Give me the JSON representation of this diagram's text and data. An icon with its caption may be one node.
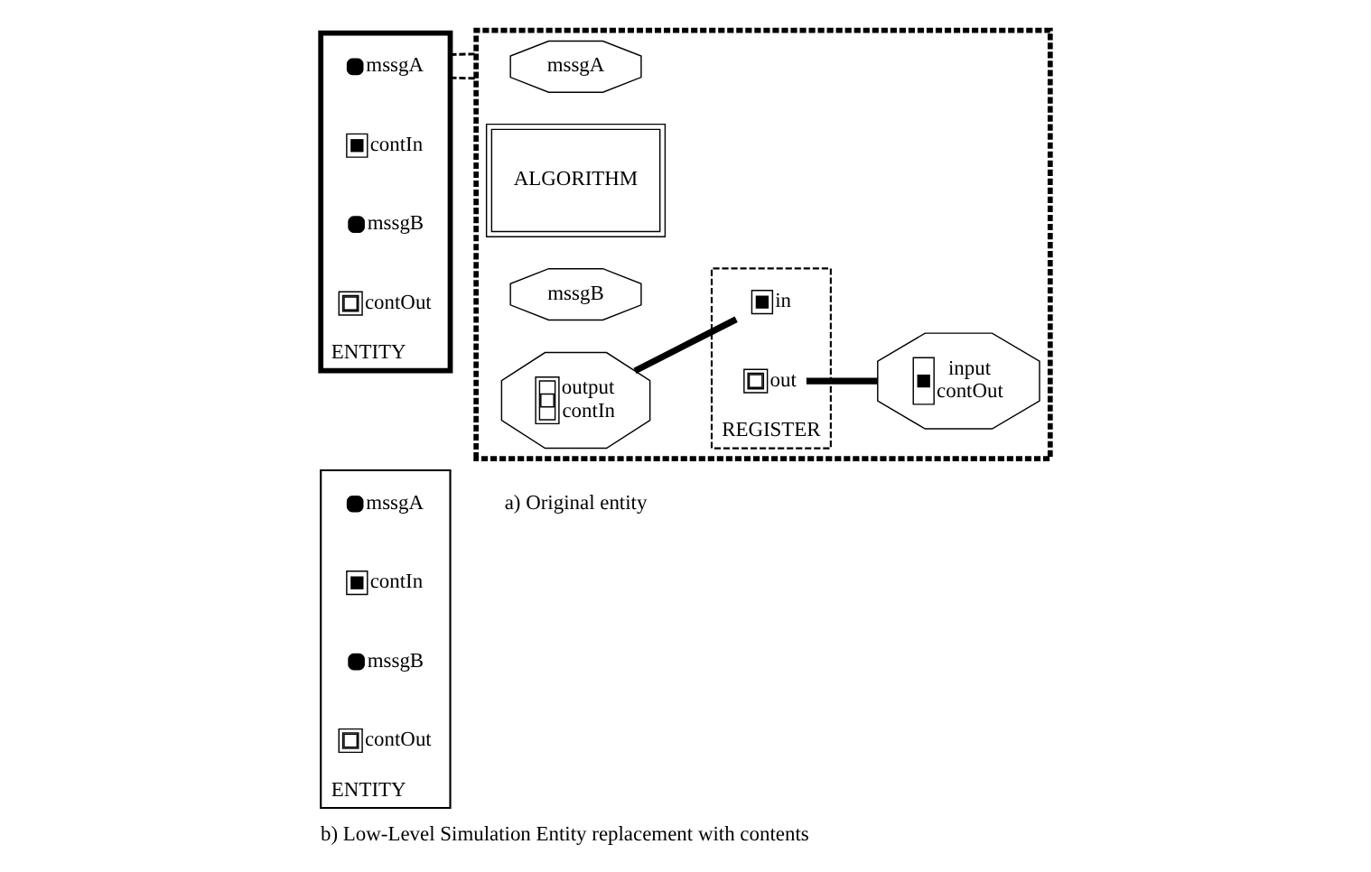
{
  "diagram": {
    "caption": "b) Low-Level Simulation Entity replacement with contents",
    "nodes": [
      {
        "text": [
          "ENTITY"
        ]
      },
      {
        "text": [
          "mssgA"
        ],
        "in": 0
      },
      {
        "text": [
          "contIn"
        ],
        "in": 0
      },
      {
        "text": [
          "mssgB"
        ],
        "in": 0
      },
      {
        "text": [
          "contOut"
        ],
        "in": 0
      },
      {
        "text": [
          "ENTITY"
        ]
      },
      {
        "text": [
          "mssgA"
        ],
        "in": 5
      },
      {
        "text": [
          "contIn"
        ],
        "in": 5
      },
      {
        "text": [
          "mssgB"
        ],
        "in": 5
      },
      {
        "text": [
          "contOut"
        ],
        "in": 5
      },
      {
        "text": [],
        "shape": "box"
      },
      {
        "text": [
          "mssgA"
        ],
        "in": 10
      },
      {
        "text": [
          "ALGORITHM"
        ],
        "in": 10
      },
      {
        "text": [
          "mssgB"
        ],
        "in": 10
      },
      {
        "text": [
          "output",
          "contIn"
        ],
        "in": 10
      },
      {
        "text": [
          "REGISTER"
        ],
        "in": 10
      },
      {
        "text": [
          "in"
        ],
        "in": 15
      },
      {
        "text": [
          "out"
        ],
        "in": 15
      },
      {
        "text": [
          "input",
          "contOut"
        ],
        "in": 10
      }
    ],
    "edges": [
      {
        "from": 5,
        "to": 10,
        "arrow": "none",
        "style": "dashed"
      },
      {
        "from": 5,
        "to": 10,
        "arrow": "none",
        "style": "dashed"
      },
      {
        "from": 14,
        "to": 16,
        "arrow": "none",
        "style": "thick"
      },
      {
        "from": 17,
        "to": 18,
        "arrow": "none",
        "style": "thick"
      }
    ],
    "labels": [
      "a) Original entity"
    ]
  }
}
